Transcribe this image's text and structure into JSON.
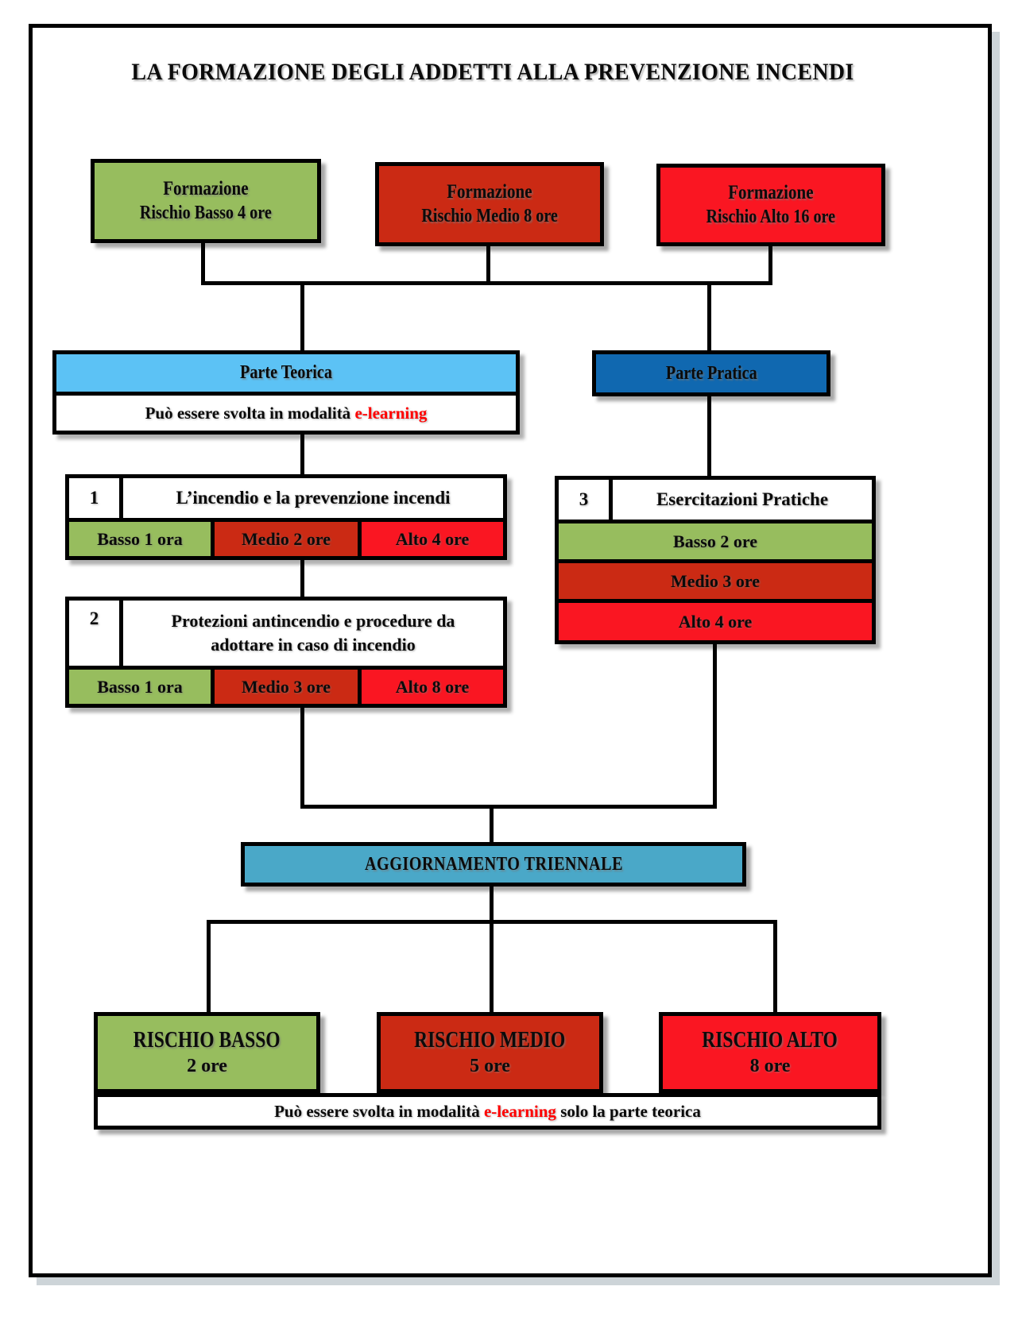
{
  "title": "LA FORMAZIONE DEGLI ADDETTI ALLA PREVENZIONE INCENDI",
  "colors": {
    "low_risk_green": "#97bd5e",
    "medium_risk_red": "#cb2a14",
    "high_risk_red": "#fa1622",
    "theory_blue": "#5cc2f5",
    "practice_blue": "#1068b0",
    "refresher_blue": "#4aa8c8",
    "elearning_red": "#ff0000",
    "outline_black": "#000000"
  },
  "training_boxes": [
    {
      "line1": "Formazione",
      "line2": "Rischio Basso 4 ore",
      "color_key": "low_risk_green"
    },
    {
      "line1": "Formazione",
      "line2": "Rischio Medio 8 ore",
      "color_key": "medium_risk_red"
    },
    {
      "line1": "Formazione",
      "line2": "Rischio Alto 16 ore",
      "color_key": "high_risk_red"
    }
  ],
  "theory": {
    "header": "Parte Teorica",
    "note_prefix": "Può essere svolta in modalità ",
    "note_highlight": "e-learning",
    "modules": [
      {
        "number": "1",
        "label": "L’incendio e la prevenzione incendi",
        "hours": [
          {
            "text": "Basso 1 ora",
            "color_key": "low_risk_green"
          },
          {
            "text": "Medio 2 ore",
            "color_key": "medium_risk_red"
          },
          {
            "text": "Alto 4 ore",
            "color_key": "high_risk_red"
          }
        ]
      },
      {
        "number": "2",
        "label_line1": "Protezioni antincendio e procedure da",
        "label_line2": "adottare in caso di incendio",
        "hours": [
          {
            "text": "Basso 1 ora",
            "color_key": "low_risk_green"
          },
          {
            "text": "Medio 3 ore",
            "color_key": "medium_risk_red"
          },
          {
            "text": "Alto 8 ore",
            "color_key": "high_risk_red"
          }
        ]
      }
    ]
  },
  "practice": {
    "header": "Parte Pratica",
    "module": {
      "number": "3",
      "label": "Esercitazioni Pratiche",
      "hours": [
        {
          "text": "Basso 2 ore",
          "color_key": "low_risk_green"
        },
        {
          "text": "Medio 3 ore",
          "color_key": "medium_risk_red"
        },
        {
          "text": "Alto 4 ore",
          "color_key": "high_risk_red"
        }
      ]
    }
  },
  "refresher": {
    "header": "AGGIORNAMENTO TRIENNALE",
    "boxes": [
      {
        "line1": "RISCHIO BASSO",
        "line2": "2 ore",
        "color_key": "low_risk_green"
      },
      {
        "line1": "RISCHIO MEDIO",
        "line2": "5 ore",
        "color_key": "medium_risk_red"
      },
      {
        "line1": "RISCHIO ALTO",
        "line2": "8 ore",
        "color_key": "high_risk_red"
      }
    ],
    "note_prefix": "Può essere svolta in modalità ",
    "note_highlight": "e-learning",
    "note_suffix": " solo la parte teorica"
  }
}
